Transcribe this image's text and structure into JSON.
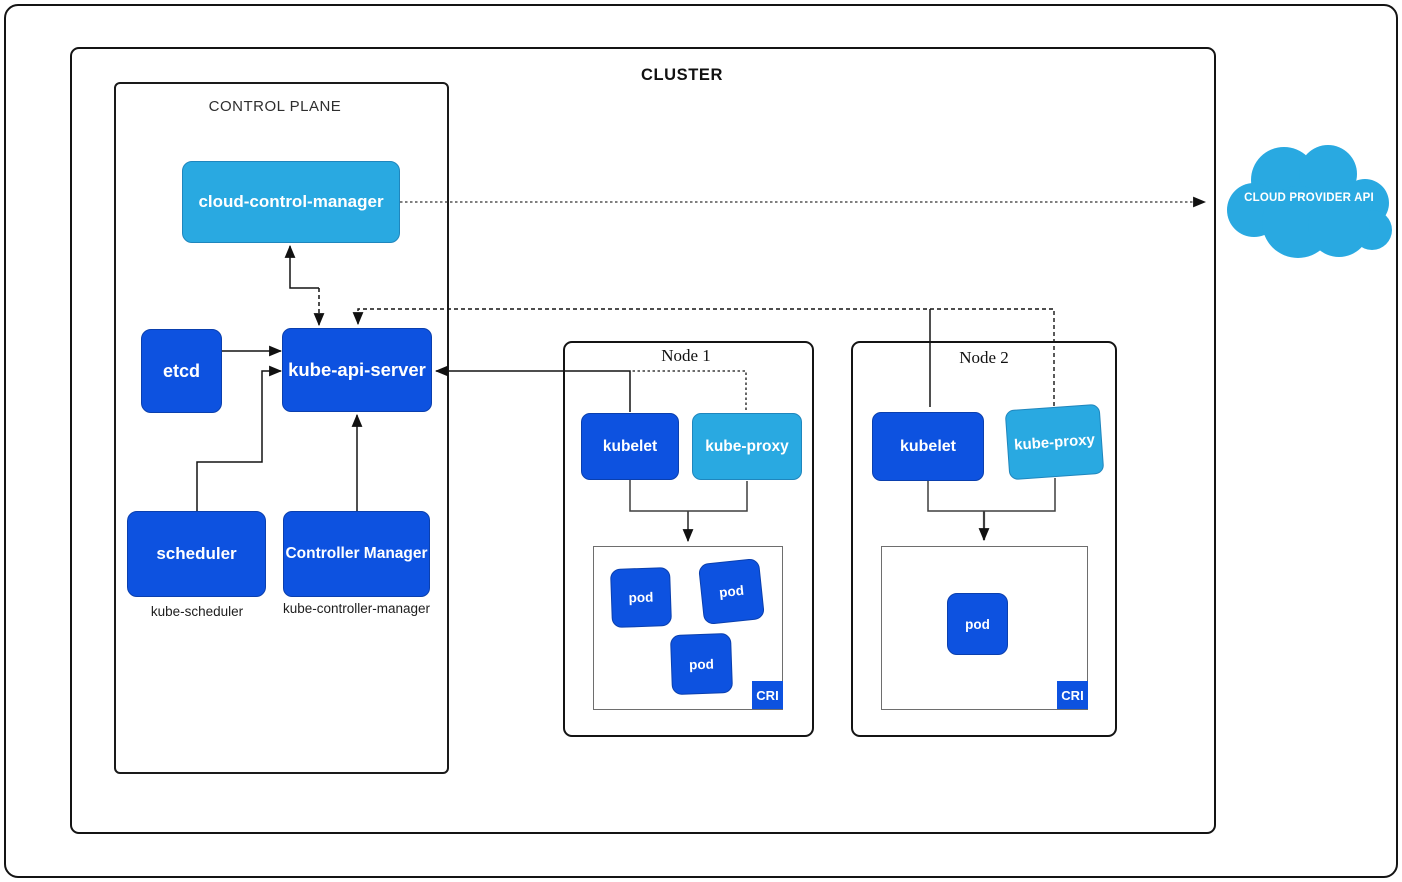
{
  "diagram": {
    "cluster": {
      "title": "CLUSTER"
    },
    "control_plane": {
      "title": "CONTROL PLANE",
      "cloud_control_manager": "cloud-control-manager",
      "etcd": "etcd",
      "kube_api_server": "kube-api-server",
      "scheduler": "scheduler",
      "controller_manager": "Controller Manager",
      "scheduler_caption": "kube-scheduler",
      "controller_manager_caption": "kube-controller-manager"
    },
    "nodes": [
      {
        "title": "Node 1",
        "kubelet": "kubelet",
        "kube_proxy": "kube-proxy",
        "pods": [
          "pod",
          "pod",
          "pod"
        ],
        "cri": "CRI"
      },
      {
        "title": "Node 2",
        "kubelet": "kubelet",
        "kube_proxy": "kube-proxy",
        "pods": [
          "pod"
        ],
        "cri": "CRI"
      }
    ],
    "cloud_provider_api": "CLOUD PROVIDER API",
    "colors": {
      "primary_blue": "#0d52e0",
      "primary_blue_border": "#0a3fae",
      "light_blue": "#29a9e1",
      "light_blue_border": "#1f86bd",
      "box_text": "#ffffff",
      "line_black": "#141414",
      "line_gray": "#3f3f3f",
      "pods_border_gray": "#6e6e6e"
    }
  }
}
